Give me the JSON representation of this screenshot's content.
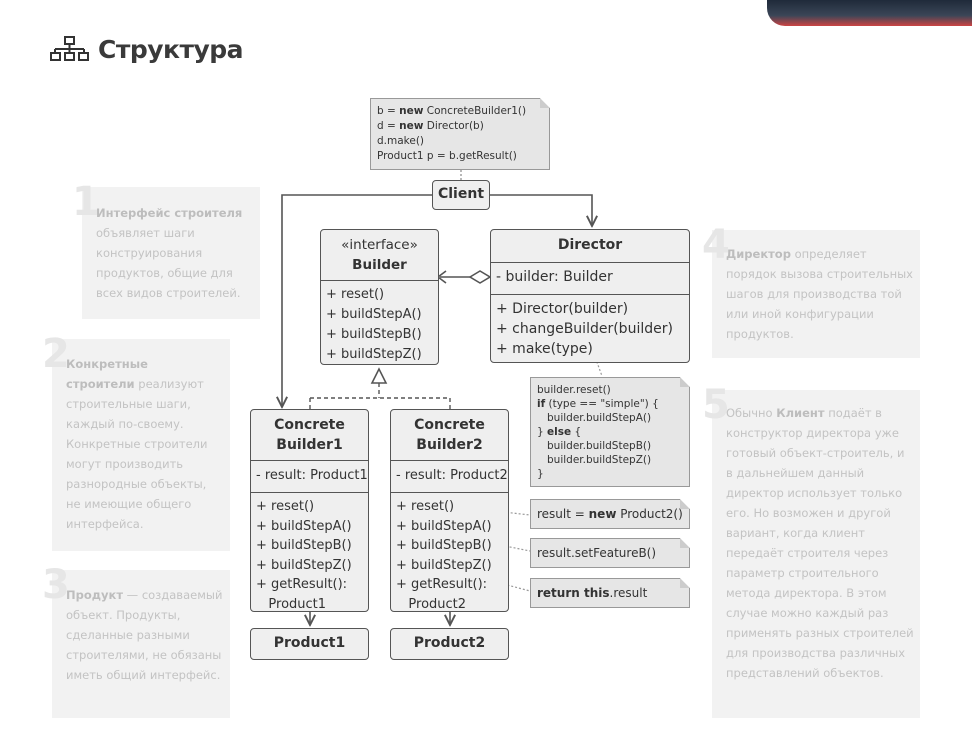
{
  "title": "Структура",
  "title_icon": "sitemap-icon",
  "notes": [
    {
      "num": "1",
      "bold": "Интерфейс строителя",
      "text": "объявляет шаги конструирования продуктов, общие для всех видов строителей."
    },
    {
      "num": "2",
      "bold": "Конкретные строители",
      "text": "реализуют строительные шаги, каждый по-своему. Конкретные строители могут производить разнородные объекты, не имеющие общего интерфейса."
    },
    {
      "num": "3",
      "bold": "Продукт",
      "text": "— создаваемый объект. Продукты, сделанные разными строителями, не обязаны иметь общий интерфейс."
    },
    {
      "num": "4",
      "bold": "Директор",
      "text": "определяет порядок вызова строительных шагов для производства той или иной конфигурации продуктов."
    },
    {
      "num": "5",
      "pre": "Обычно",
      "bold": "Клиент",
      "text": "подаёт в конструктор директора уже готовый объект-строитель, и в дальнейшем данный директор использует только его. Но возможен и другой вариант, когда клиент передаёт строителя через параметр строительного метода директора. В этом случае можно каждый раз применять разных строителей для производства различных представлений объектов."
    }
  ],
  "client": {
    "label": "Client",
    "code": [
      {
        "pre": "b = ",
        "kw": "new",
        "post": " ConcreteBuilder1()"
      },
      {
        "pre": "d = ",
        "kw": "new",
        "post": " Director(b)"
      },
      {
        "pre": "d.make()",
        "kw": "",
        "post": ""
      },
      {
        "pre": "Product1 p = b.getResult()",
        "kw": "",
        "post": ""
      }
    ]
  },
  "builder": {
    "stereotype": "«interface»",
    "name": "Builder",
    "methods": [
      "+ reset()",
      "+ buildStepA()",
      "+ buildStepB()",
      "+ buildStepZ()"
    ]
  },
  "director": {
    "name": "Director",
    "fields": [
      "- builder: Builder"
    ],
    "methods": [
      "+ Director(builder)",
      "+ changeBuilder(builder)",
      "+ make(type)"
    ],
    "code": [
      {
        "pre": "builder.reset()",
        "kw": "",
        "post": ""
      },
      {
        "pre": "",
        "kw": "if",
        "post": " (type == \"simple\") {"
      },
      {
        "pre": "   builder.buildStepA()",
        "kw": "",
        "post": ""
      },
      {
        "pre": "} ",
        "kw": "else",
        "post": " {"
      },
      {
        "pre": "   builder.buildStepB()",
        "kw": "",
        "post": ""
      },
      {
        "pre": "   builder.buildStepZ()",
        "kw": "",
        "post": ""
      },
      {
        "pre": "}",
        "kw": "",
        "post": ""
      }
    ]
  },
  "cb1": {
    "name1": "Concrete",
    "name2": "Builder1",
    "field": "- result: Product1",
    "methods": [
      "+ reset()",
      "+ buildStepA()",
      "+ buildStepB()",
      "+ buildStepZ()",
      "+ getResult():",
      "   Product1"
    ]
  },
  "cb2": {
    "name1": "Concrete",
    "name2": "Builder2",
    "field": "- result: Product2",
    "methods": [
      "+ reset()",
      "+ buildStepA()",
      "+ buildStepB()",
      "+ buildStepZ()",
      "+ getResult():",
      "   Product2"
    ]
  },
  "product1": "Product1",
  "product2": "Product2",
  "cb2_notes": [
    {
      "pre": "result = ",
      "kw": "new",
      "post": " Product2()"
    },
    {
      "pre": "result.setFeatureB()",
      "kw": "",
      "post": ""
    },
    {
      "pre": "",
      "kw": "return this",
      "post": ".result"
    }
  ]
}
